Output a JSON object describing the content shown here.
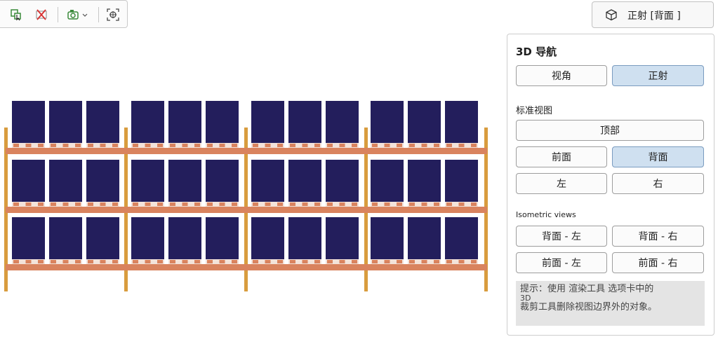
{
  "toolbar": {
    "icons": [
      "select-objects-icon",
      "clear-selection-icon",
      "camera-dropdown-icon",
      "fit-view-icon"
    ]
  },
  "view_button": {
    "label": "正射 [背面 ]",
    "icon": "cube-icon"
  },
  "nav": {
    "title": "3D 导航",
    "projection": {
      "perspective": "视角",
      "orthographic": "正射"
    },
    "standard_views_title": "标准视图",
    "standard_views": {
      "top": "顶部",
      "front": "前面",
      "back": "背面",
      "left": "左",
      "right": "右"
    },
    "isometric_title": "Isometric views",
    "isometric_views": {
      "back_left": "背面 - 左",
      "back_right": "背面 - 右",
      "front_left": "前面 - 左",
      "front_right": "前面 - 右"
    },
    "hint": {
      "line1": "提示：使用 渲染工具 选项卡中的",
      "line2": "3D",
      "line3": "裁剪工具删除视图边界外的对象。"
    },
    "active": [
      "orthographic",
      "back"
    ]
  },
  "colors": {
    "box": "#231e5c",
    "beam": "#d9835e",
    "upright": "#d89c3e",
    "pallet": "#f3e3da",
    "active_button": "#cfe0f0"
  }
}
